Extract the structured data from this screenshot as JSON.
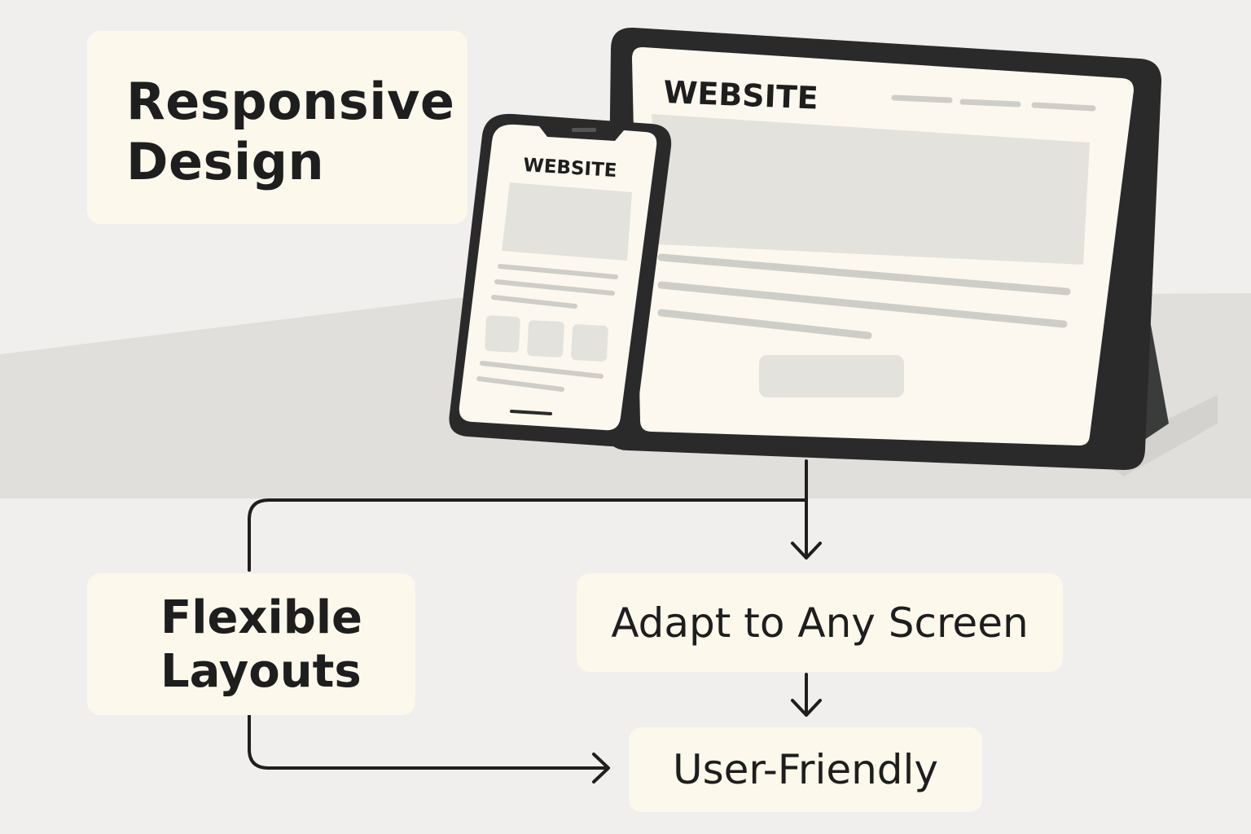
{
  "title": {
    "line1": "Responsive",
    "line2": "Design"
  },
  "tablet": {
    "logo": "WEBSITE"
  },
  "phone": {
    "logo": "WEBSITE"
  },
  "nodes": {
    "flexible": {
      "line1": "Flexible",
      "line2": "Layouts"
    },
    "adapt": "Adapt to Any Screen",
    "user_friendly": "User-Friendly"
  },
  "colors": {
    "background": "#f0efed",
    "floor": "#e0dfdb",
    "card": "#fdf8ec",
    "device": "#2a2a2a",
    "screen": "#fcf8ef",
    "placeholder": "#e4e2dd",
    "line_placeholder": "#cfcdc8",
    "text": "#1e1e1e"
  }
}
